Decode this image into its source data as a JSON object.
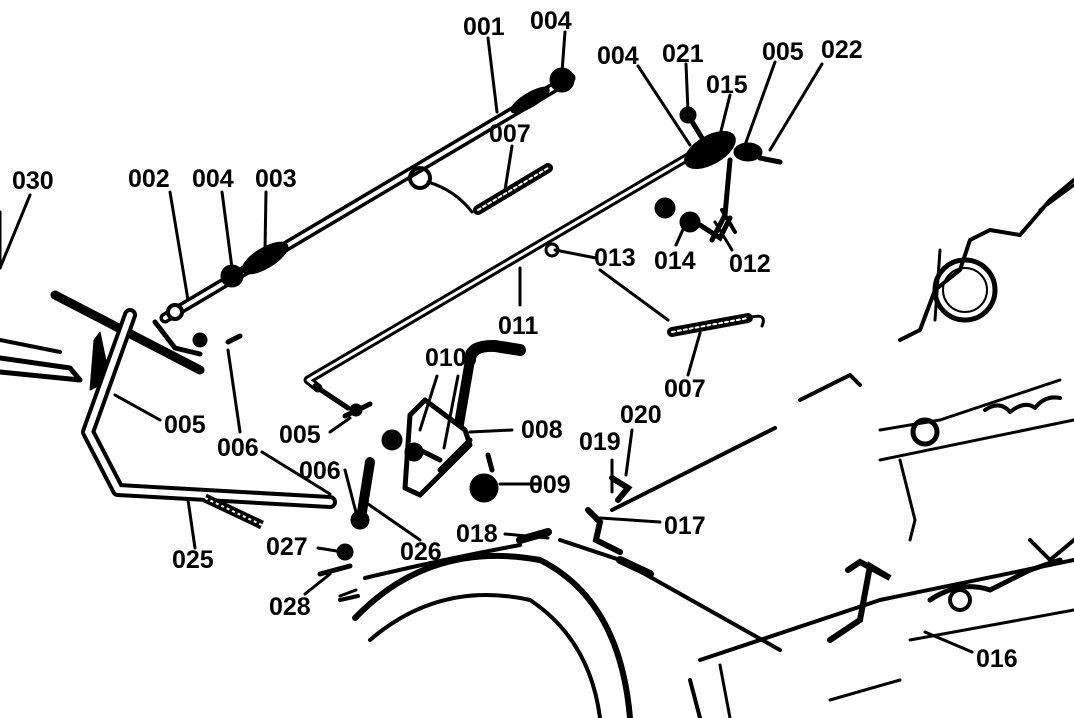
{
  "diagram": {
    "type": "exploded-parts-diagram",
    "part_labels": [
      {
        "id": "l001",
        "text": "001"
      },
      {
        "id": "l004a",
        "text": "004"
      },
      {
        "id": "l004b",
        "text": "004"
      },
      {
        "id": "l021",
        "text": "021"
      },
      {
        "id": "l005a",
        "text": "005"
      },
      {
        "id": "l022",
        "text": "022"
      },
      {
        "id": "l015",
        "text": "015"
      },
      {
        "id": "l007a",
        "text": "007"
      },
      {
        "id": "l030",
        "text": "030"
      },
      {
        "id": "l002",
        "text": "002"
      },
      {
        "id": "l004c",
        "text": "004"
      },
      {
        "id": "l003",
        "text": "003"
      },
      {
        "id": "l013",
        "text": "013"
      },
      {
        "id": "l014",
        "text": "014"
      },
      {
        "id": "l012",
        "text": "012"
      },
      {
        "id": "l011",
        "text": "011"
      },
      {
        "id": "l007b",
        "text": "007"
      },
      {
        "id": "l010",
        "text": "010"
      },
      {
        "id": "l005b",
        "text": "005"
      },
      {
        "id": "l006a",
        "text": "006"
      },
      {
        "id": "l005c",
        "text": "005"
      },
      {
        "id": "l008",
        "text": "008"
      },
      {
        "id": "l020",
        "text": "020"
      },
      {
        "id": "l019",
        "text": "019"
      },
      {
        "id": "l006b",
        "text": "006"
      },
      {
        "id": "l009",
        "text": "009"
      },
      {
        "id": "l018",
        "text": "018"
      },
      {
        "id": "l017",
        "text": "017"
      },
      {
        "id": "l027",
        "text": "027"
      },
      {
        "id": "l026",
        "text": "026"
      },
      {
        "id": "l025",
        "text": "025"
      },
      {
        "id": "l028",
        "text": "028"
      },
      {
        "id": "l016",
        "text": "016"
      }
    ]
  },
  "colors": {
    "ink": "#000000",
    "paper": "#ffffff"
  }
}
